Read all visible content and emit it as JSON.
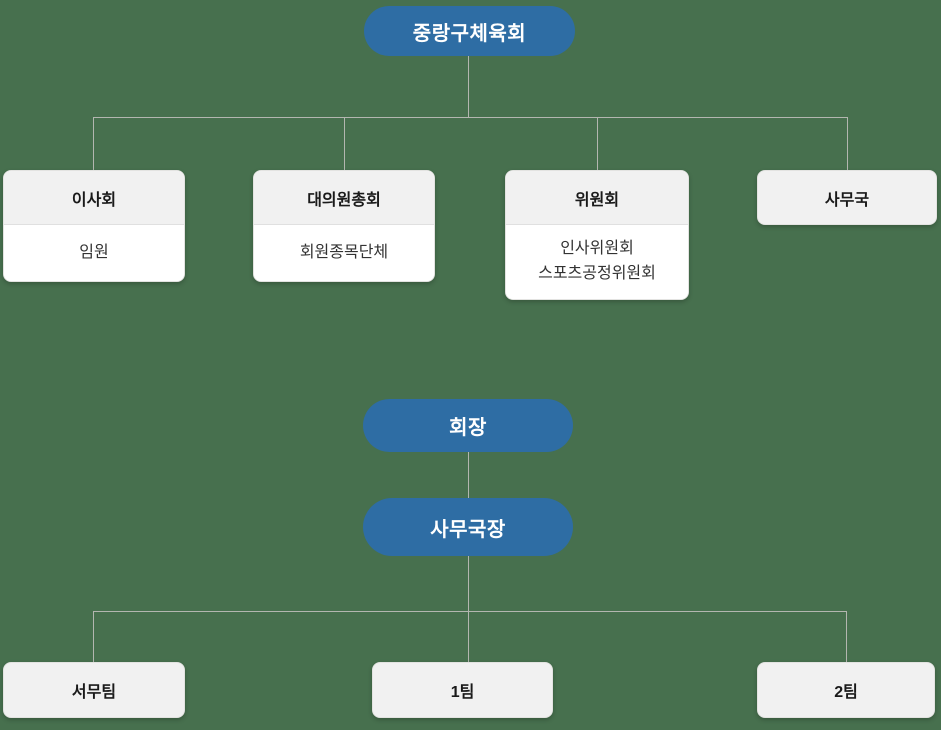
{
  "colors": {
    "background": "#47704E",
    "node_blue": "#2E6DA4",
    "connector_line": "#b3b6b0",
    "box_header_fill": "#f1f1f1",
    "box_body_fill": "#ffffff",
    "box_border": "#e0e0e0",
    "header_text": "#1a1a1a",
    "body_text": "#333333",
    "pill_text": "#ffffff"
  },
  "org_chart_top": {
    "root_label": "중랑구체육회",
    "branches": [
      {
        "title": "이사회",
        "members": [
          "임원"
        ]
      },
      {
        "title": "대의원총회",
        "members": [
          "회원종목단체"
        ]
      },
      {
        "title": "위원회",
        "members": [
          "인사위원회",
          "스포츠공정위원회"
        ]
      },
      {
        "title": "사무국",
        "members": []
      }
    ]
  },
  "org_chart_bottom": {
    "president_label": "회장",
    "secretary_general_label": "사무국장",
    "teams": [
      "서무팀",
      "1팀",
      "2팀"
    ]
  }
}
